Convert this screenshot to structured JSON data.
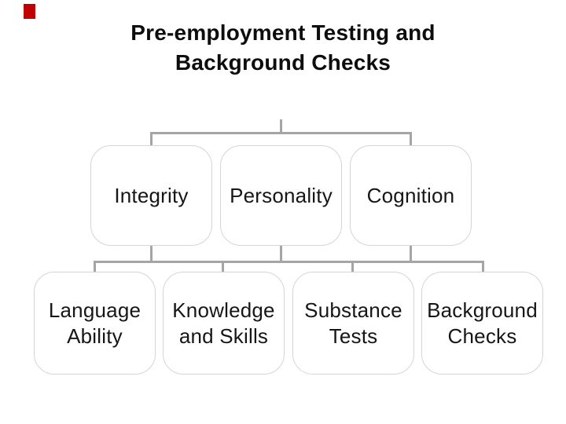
{
  "slide": {
    "title": {
      "line1": "Pre-employment Testing and",
      "line2": "Background Checks"
    },
    "colors": {
      "accent_red": "#c00000",
      "connector_gray": "#a5a5a5",
      "box_border_gray": "#d5d5d5",
      "text_black": "#161616"
    },
    "hierarchy": {
      "level1": [
        {
          "label": "Integrity"
        },
        {
          "label": "Personality"
        },
        {
          "label": "Cognition"
        }
      ],
      "level2": [
        {
          "line1": "Language",
          "line2": "Ability"
        },
        {
          "line1": "Knowledge",
          "line2": "and Skills"
        },
        {
          "line1": "Substance",
          "line2": "Tests"
        },
        {
          "line1": "Background",
          "line2": "Checks"
        }
      ]
    }
  }
}
